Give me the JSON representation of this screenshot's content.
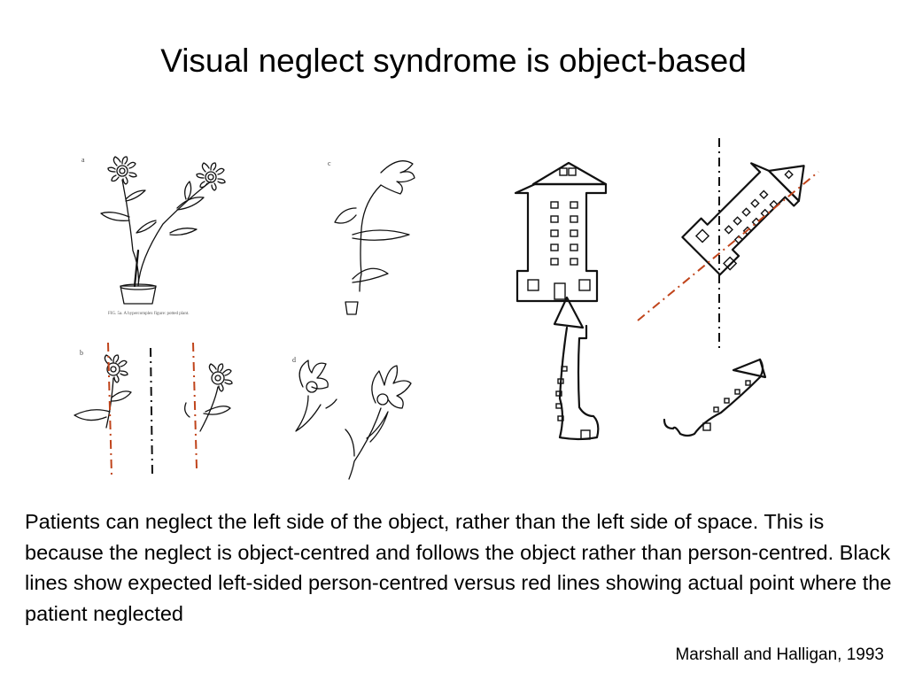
{
  "slide": {
    "title": "Visual neglect syndrome is object-based",
    "body": "Patients can neglect the left side of the object, rather than the left side of space.  This is because the neglect is object-centred and follows the object rather than person-centred.  Black lines show expected left-sided person-centred versus red lines showing actual point where the patient neglected",
    "citation": "Marshall and Halligan, 1993"
  },
  "flower_figure": {
    "panel_a": "a",
    "panel_b": "b",
    "panel_c": "c",
    "panel_d": "d",
    "fig_caption": "FIG. 5a.   A hypercomplex figure: potted plant."
  },
  "colors": {
    "person_centred_line": "#111111",
    "object_centred_line": "#c0441b"
  }
}
